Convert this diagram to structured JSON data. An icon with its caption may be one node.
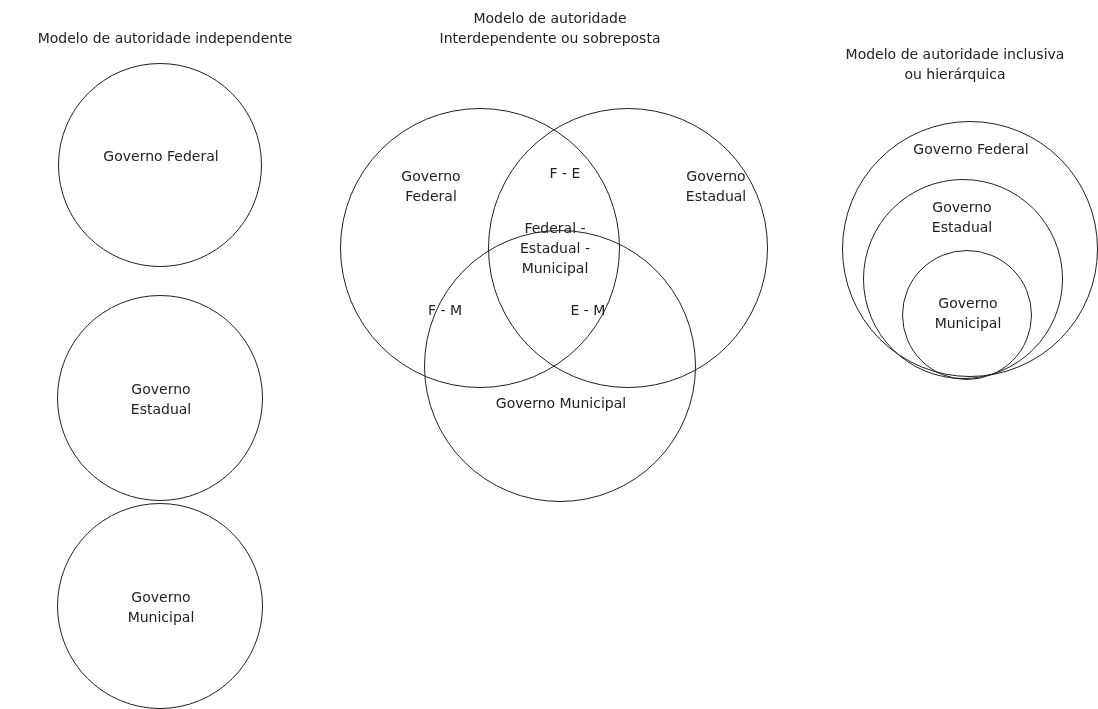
{
  "diagram": {
    "nodes": [
      {
        "text": [
          "Governo Federal"
        ]
      },
      {
        "text": [
          "Governo Estadual"
        ]
      },
      {
        "text": [
          "Governo Municipal"
        ]
      },
      {
        "text": [
          "Governo Federal"
        ]
      },
      {
        "text": [
          "Governo Estadual"
        ]
      },
      {
        "text": [
          "Governo Municipal"
        ]
      },
      {
        "text": [
          "Governo Federal"
        ]
      },
      {
        "text": [
          "Governo Estadual"
        ],
        "in": 6
      },
      {
        "text": [
          "Governo Municipal"
        ],
        "in": 7
      }
    ],
    "edges": [],
    "labels": [
      "Modelo de autoridade independente",
      "Modelo de autoridade Interdependente ou sobreposta",
      "Modelo de autoridade inclusiva ou hierárquica",
      "F - E",
      "Federal - Estadual - Municipal",
      "F - M",
      "E - M"
    ]
  }
}
